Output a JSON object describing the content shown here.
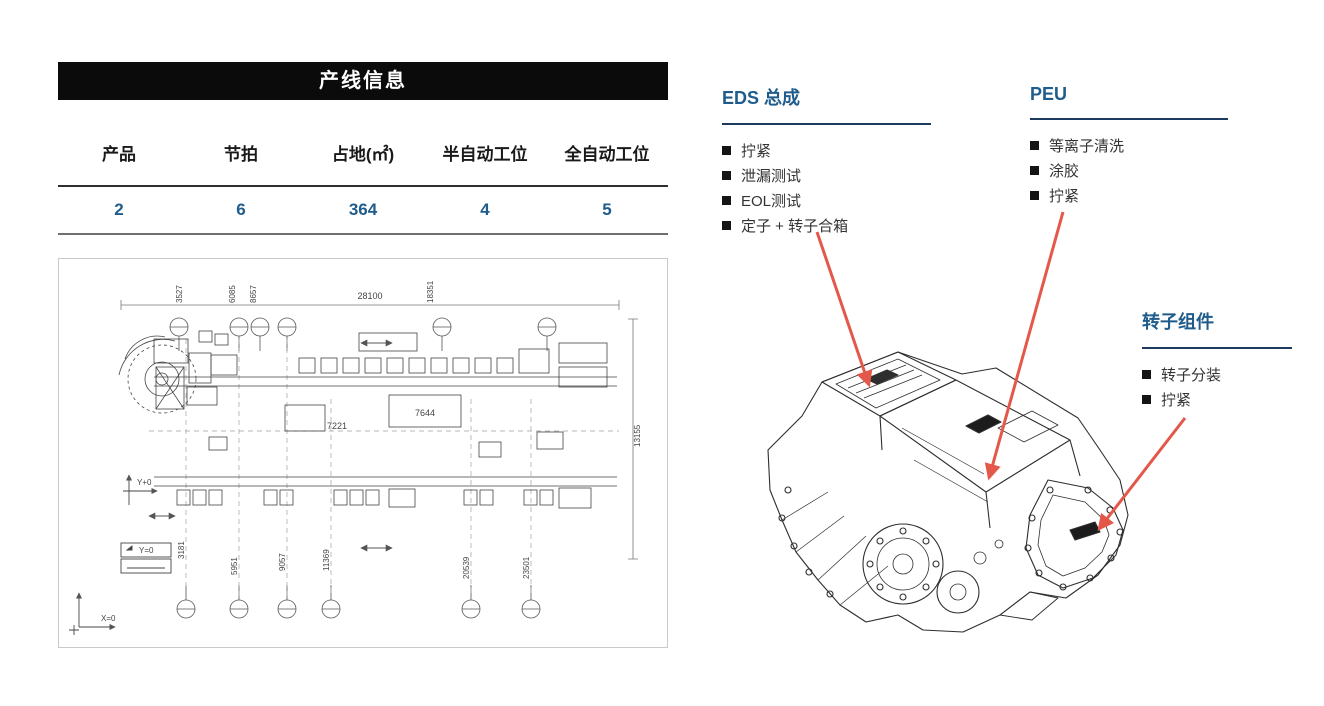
{
  "table": {
    "title": "产线信息",
    "columns": [
      "产品",
      "节拍",
      "占地(㎡)",
      "半自动工位",
      "全自动工位"
    ],
    "values": [
      "2",
      "6",
      "364",
      "4",
      "5"
    ]
  },
  "callouts": {
    "eds": {
      "title": "EDS 总成",
      "items": [
        "拧紧",
        "泄漏测试",
        "EOL测试",
        "定子 + 转子合箱"
      ]
    },
    "peu": {
      "title": "PEU",
      "items": [
        "等离子清洗",
        "涂胶",
        "拧紧"
      ]
    },
    "rotor": {
      "title": "转子组件",
      "items": [
        "转子分装",
        "拧紧"
      ]
    }
  },
  "cad": {
    "dims": {
      "top_width": "28100",
      "d3527": "3527",
      "d6085": "6085",
      "d8657": "8657",
      "d18351": "18351",
      "d13155": "13155",
      "d7644": "7644",
      "d7221": "7221",
      "d3181": "3181",
      "d5951": "5951",
      "d9057": "9057",
      "d11369": "11369",
      "d20539": "20539",
      "d23501": "23501"
    },
    "axes": {
      "y0": "Y=0",
      "x0": "X=0",
      "yplus": "Y+0"
    }
  },
  "colors": {
    "header_bg": "#0b0b0b",
    "value_blue": "#1f5c8b",
    "heading_blue": "#1f5c8b",
    "underline_navy": "#1b3a5e",
    "arrow_red": "#e4584a",
    "text_dark": "#333333"
  }
}
